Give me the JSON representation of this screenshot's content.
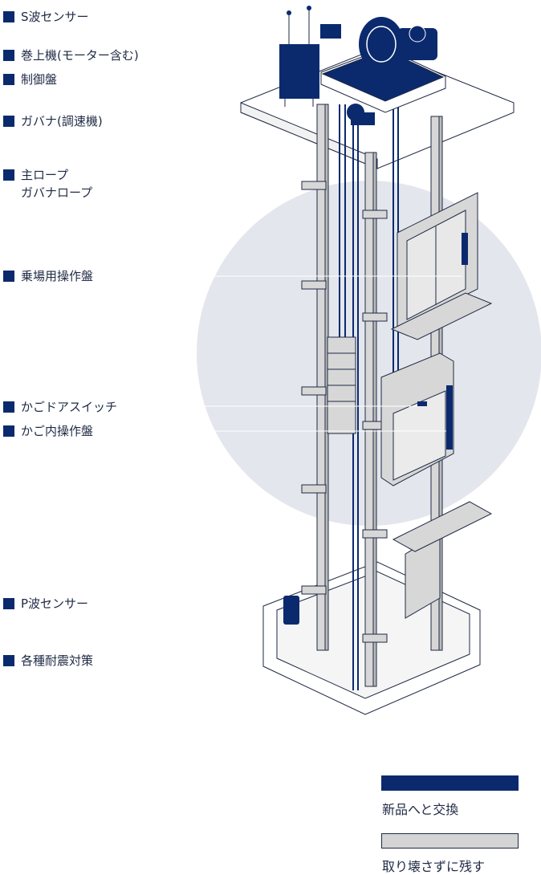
{
  "labels": [
    {
      "id": "s-wave-sensor",
      "text": "S波センサー"
    },
    {
      "id": "hoist",
      "text": "巻上機(モーター含む)"
    },
    {
      "id": "control-panel",
      "text": "制御盤"
    },
    {
      "id": "governor",
      "text": "ガバナ(調速機)"
    },
    {
      "id": "main-rope",
      "text": "主ロープ",
      "sub": "ガバナロープ"
    },
    {
      "id": "landing-panel",
      "text": "乗場用操作盤"
    },
    {
      "id": "car-door-switch",
      "text": "かごドアスイッチ"
    },
    {
      "id": "car-panel",
      "text": "かご内操作盤"
    },
    {
      "id": "p-wave-sensor",
      "text": "P波センサー"
    },
    {
      "id": "seismic",
      "text": "各種耐震対策"
    }
  ],
  "legend": {
    "replace": {
      "text": "新品へと交換",
      "color": "#0b2a6e"
    },
    "keep": {
      "text": "取り壊さずに残す",
      "color": "#d4d4d4"
    }
  },
  "colors": {
    "navy": "#0b2a6e",
    "circle": "#e3e6ec",
    "grey": "#d7d7d7",
    "line": "#1f2a44"
  }
}
